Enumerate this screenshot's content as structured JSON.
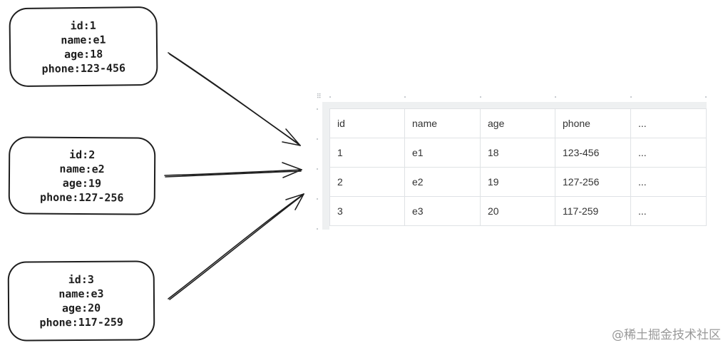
{
  "records": [
    {
      "id": "id:1",
      "name": "name:e1",
      "age": "age:18",
      "phone": "phone:123-456"
    },
    {
      "id": "id:2",
      "name": "name:e2",
      "age": "age:19",
      "phone": "phone:127-256"
    },
    {
      "id": "id:3",
      "name": "name:e3",
      "age": "age:20",
      "phone": "phone:117-259"
    }
  ],
  "table": {
    "headers": [
      "id",
      "name",
      "age",
      "phone",
      "..."
    ],
    "rows": [
      [
        "1",
        "e1",
        "18",
        "123-456",
        "..."
      ],
      [
        "2",
        "e2",
        "19",
        "127-256",
        "..."
      ],
      [
        "3",
        "e3",
        "20",
        "117-259",
        "..."
      ]
    ]
  },
  "site_mark": "@稀土掘金技术社区",
  "colors": {
    "ink": "#1e1e1e",
    "grid_border": "#dfe2e5",
    "grid_chrome": "#eef0f1",
    "cell_text": "#333333"
  }
}
